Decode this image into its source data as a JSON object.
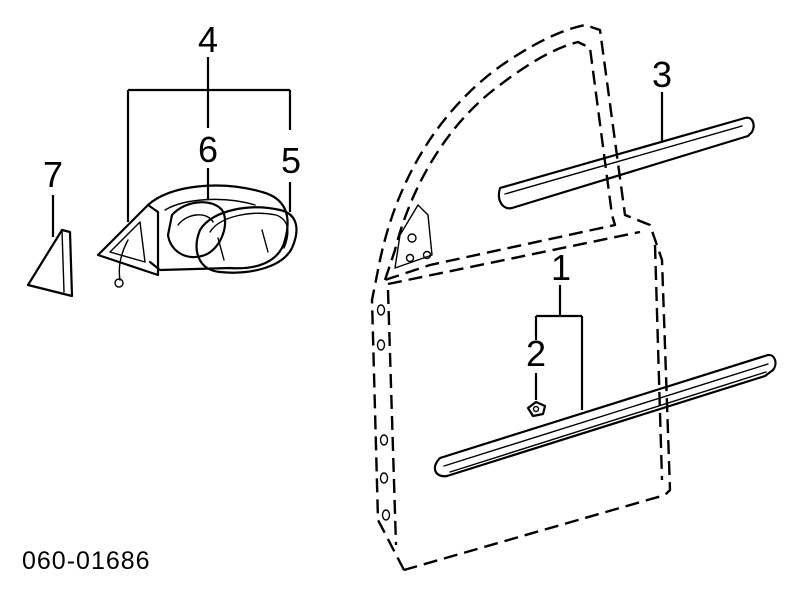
{
  "diagram_code": "060-01686",
  "callouts": {
    "c1": "1",
    "c2": "2",
    "c3": "3",
    "c4": "4",
    "c5": "5",
    "c6": "6",
    "c7": "7"
  }
}
